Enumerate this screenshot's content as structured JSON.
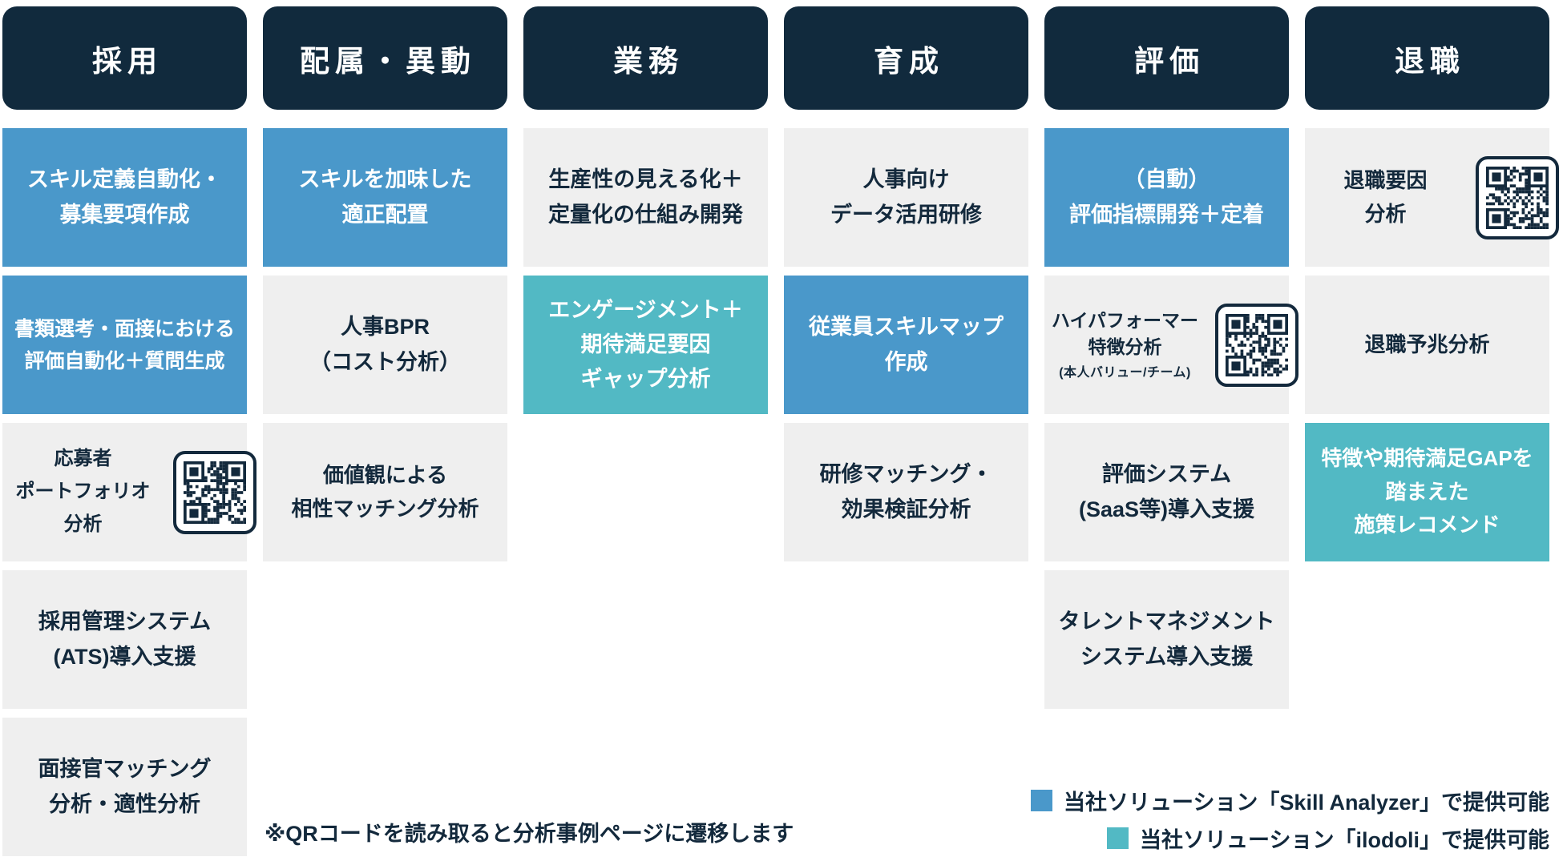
{
  "colors": {
    "header_bg": "#112a3d",
    "skill_analyzer_blue": "#4a98ca",
    "ilodoli_teal": "#52b9c4",
    "cell_gray": "#efefef",
    "text_navy": "#13293c"
  },
  "columns": [
    {
      "header": "採用",
      "cells": [
        {
          "text": "スキル定義自動化・\n募集要項作成",
          "provider": "skill-analyzer"
        },
        {
          "text": "書類選考・面接における\n評価自動化＋質問生成",
          "provider": "skill-analyzer"
        },
        {
          "text": "応募者\nポートフォリオ\n分析",
          "provider": "none",
          "qr": true
        },
        {
          "text": "採用管理システム\n(ATS)導入支援",
          "provider": "none"
        },
        {
          "text": "面接官マッチング\n分析・適性分析",
          "provider": "none"
        }
      ]
    },
    {
      "header": "配属・異動",
      "cells": [
        {
          "text": "スキルを加味した\n適正配置",
          "provider": "skill-analyzer"
        },
        {
          "text": "人事BPR\n（コスト分析）",
          "provider": "none"
        },
        {
          "text": "価値観による\n相性マッチング分析",
          "provider": "none"
        }
      ]
    },
    {
      "header": "業務",
      "cells": [
        {
          "text": "生産性の見える化＋\n定量化の仕組み開発",
          "provider": "none"
        },
        {
          "text": "エンゲージメント＋\n期待満足要因\nギャップ分析",
          "provider": "ilodoli"
        }
      ]
    },
    {
      "header": "育成",
      "cells": [
        {
          "text": "人事向け\nデータ活用研修",
          "provider": "none"
        },
        {
          "text": "従業員スキルマップ\n作成",
          "provider": "skill-analyzer"
        },
        {
          "text": "研修マッチング・\n効果検証分析",
          "provider": "none"
        }
      ]
    },
    {
      "header": "評価",
      "cells": [
        {
          "text": "（自動）\n評価指標開発＋定着",
          "provider": "skill-analyzer"
        },
        {
          "text": "ハイパフォーマー\n特徴分析",
          "subtext": "(本人バリュー/チーム)",
          "provider": "none",
          "qr": true
        },
        {
          "text": "評価システム\n(SaaS等)導入支援",
          "provider": "none"
        },
        {
          "text": "タレントマネジメント\nシステム導入支援",
          "provider": "none"
        }
      ]
    },
    {
      "header": "退職",
      "cells": [
        {
          "text": "退職要因\n分析",
          "provider": "none",
          "qr": true
        },
        {
          "text": "退職予兆分析",
          "provider": "none"
        },
        {
          "text": "特徴や期待満足GAPを\n踏まえた\n施策レコメンド",
          "provider": "ilodoli"
        }
      ]
    }
  ],
  "note": "※QRコードを読み取ると分析事例ページに遷移します",
  "legend": [
    {
      "color": "#4a98ca",
      "label": "当社ソリューション「Skill Analyzer」で提供可能"
    },
    {
      "color": "#52b9c4",
      "label": "当社ソリューション「ilodoli」で提供可能"
    }
  ]
}
